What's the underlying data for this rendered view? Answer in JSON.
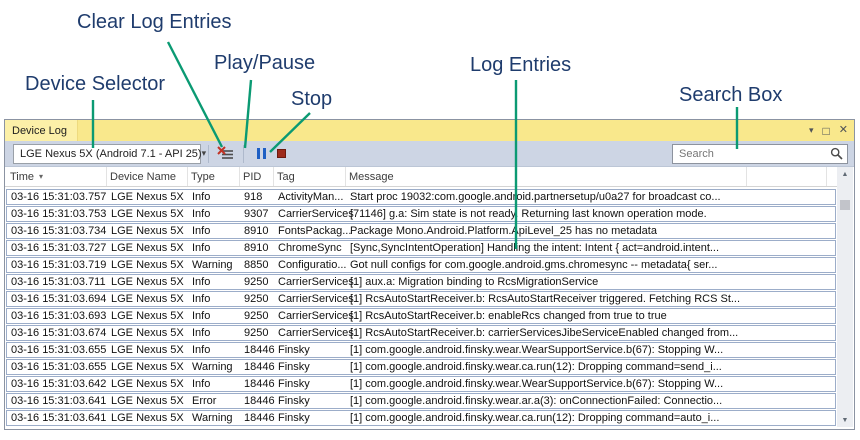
{
  "annotations": {
    "clear_log": "Clear Log Entries",
    "play_pause": "Play/Pause",
    "device_selector": "Device Selector",
    "stop": "Stop",
    "log_entries": "Log Entries",
    "search_box": "Search Box"
  },
  "window": {
    "title": "Device Log",
    "controls": {
      "menu": "▾",
      "maximize": "□",
      "close": "✕"
    }
  },
  "toolbar": {
    "device_selector": "LGE Nexus 5X (Android 7.1 - API 25)",
    "device_caret": "▾",
    "search_placeholder": "Search"
  },
  "icons": {
    "sort_desc": "▾",
    "scroll_up": "▲",
    "scroll_down": "▼"
  },
  "table": {
    "columns": [
      "Time",
      "Device Name",
      "Type",
      "PID",
      "Tag",
      "Message"
    ],
    "rows": [
      [
        "03-16 15:31:03.757",
        "LGE Nexus 5X",
        "Info",
        "918",
        "ActivityMan...",
        "Start proc 19032:com.google.android.partnersetup/u0a27 for broadcast co..."
      ],
      [
        "03-16 15:31:03.753",
        "LGE Nexus 5X",
        "Info",
        "9307",
        "CarrierServices",
        "[71146] g.a: Sim state is not ready. Returning last known operation mode."
      ],
      [
        "03-16 15:31:03.734",
        "LGE Nexus 5X",
        "Info",
        "8910",
        "FontsPackag...",
        "Package Mono.Android.Platform.ApiLevel_25 has no metadata"
      ],
      [
        "03-16 15:31:03.727",
        "LGE Nexus 5X",
        "Info",
        "8910",
        "ChromeSync",
        "[Sync,SyncIntentOperation] Handling the intent: Intent { act=android.intent..."
      ],
      [
        "03-16 15:31:03.719",
        "LGE Nexus 5X",
        "Warning",
        "8850",
        "Configuratio...",
        "Got null configs for com.google.android.gms.chromesync -- metadata{ ser..."
      ],
      [
        "03-16 15:31:03.711",
        "LGE Nexus 5X",
        "Info",
        "9250",
        "CarrierServices",
        "[1] aux.a: Migration binding to RcsMigrationService"
      ],
      [
        "03-16 15:31:03.694",
        "LGE Nexus 5X",
        "Info",
        "9250",
        "CarrierServices",
        "[1] RcsAutoStartReceiver.b: RcsAutoStartReceiver triggered. Fetching RCS St..."
      ],
      [
        "03-16 15:31:03.693",
        "LGE Nexus 5X",
        "Info",
        "9250",
        "CarrierServices",
        "[1] RcsAutoStartReceiver.b: enableRcs changed from true to true"
      ],
      [
        "03-16 15:31:03.674",
        "LGE Nexus 5X",
        "Info",
        "9250",
        "CarrierServices",
        "[1] RcsAutoStartReceiver.b: carrierServicesJibeServiceEnabled changed from..."
      ],
      [
        "03-16 15:31:03.655",
        "LGE Nexus 5X",
        "Info",
        "18446",
        "Finsky",
        "[1] com.google.android.finsky.wear.WearSupportService.b(67): Stopping W..."
      ],
      [
        "03-16 15:31:03.655",
        "LGE Nexus 5X",
        "Warning",
        "18446",
        "Finsky",
        "[1] com.google.android.finsky.wear.ca.run(12): Dropping command=send_i..."
      ],
      [
        "03-16 15:31:03.642",
        "LGE Nexus 5X",
        "Info",
        "18446",
        "Finsky",
        "[1] com.google.android.finsky.wear.WearSupportService.b(67): Stopping W..."
      ],
      [
        "03-16 15:31:03.641",
        "LGE Nexus 5X",
        "Error",
        "18446",
        "Finsky",
        "[1] com.google.android.finsky.wear.ar.a(3): onConnectionFailed: Connectio..."
      ],
      [
        "03-16 15:31:03.641",
        "LGE Nexus 5X",
        "Warning",
        "18446",
        "Finsky",
        "[1] com.google.android.finsky.wear.ca.run(12): Dropping command=auto_i..."
      ]
    ]
  },
  "colors": {
    "annotation_text": "#1f3c6d",
    "annotation_line": "#0b9a73",
    "titlebar_bg": "#f9e88c",
    "titlebar_tab_bg": "#fcf0a8",
    "toolbar_bg": "#cdd5e4",
    "row_border": "#9cadc9",
    "pause_blue": "#1e5fc4",
    "stop_red": "#9e2b1b",
    "clear_x_red": "#c23325"
  }
}
